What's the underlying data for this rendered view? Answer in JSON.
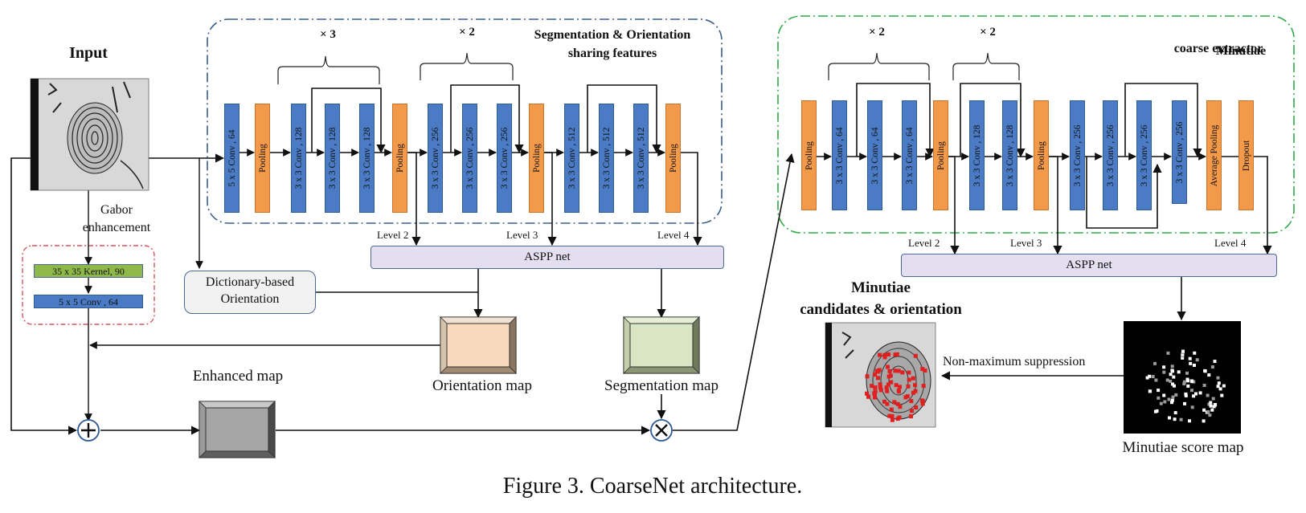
{
  "input": {
    "title": "Input",
    "gabor_label_line1": "Gabor",
    "gabor_label_line2": "enhancement"
  },
  "gabor": {
    "kernel_label": "35 x 35 Kernel, 90",
    "conv_label": "5 x 5 Conv , 64"
  },
  "dictionary": {
    "line1": "Dictionary-based",
    "line2": "Orientation"
  },
  "seg_branch": {
    "title_line1": "Segmentation & Orientation",
    "title_line2": "sharing features",
    "repeat_1": "× 3",
    "repeat_2": "× 2",
    "blocks": [
      {
        "kind": "conv",
        "label": "5 x 5 Conv , 64"
      },
      {
        "kind": "pool",
        "label": "Pooling"
      },
      {
        "kind": "conv",
        "label": "3 x 3 Conv , 128"
      },
      {
        "kind": "conv",
        "label": "3 x 3 Conv , 128"
      },
      {
        "kind": "conv",
        "label": "3 x 3 Conv , 128"
      },
      {
        "kind": "pool",
        "label": "Pooling"
      },
      {
        "kind": "conv",
        "label": "3 x 3 Conv , 256"
      },
      {
        "kind": "conv",
        "label": "3 x 3 Conv , 256"
      },
      {
        "kind": "conv",
        "label": "3 x 3 Conv , 256"
      },
      {
        "kind": "pool",
        "label": "Pooling"
      },
      {
        "kind": "conv",
        "label": "3 x 3 Conv , 512"
      },
      {
        "kind": "conv",
        "label": "3 x 3 Conv , 512"
      },
      {
        "kind": "conv",
        "label": "3 x 3 Conv , 512"
      },
      {
        "kind": "pool",
        "label": "Pooling"
      }
    ],
    "level2": "Level 2",
    "level3": "Level 3",
    "level4": "Level 4",
    "aspp": "ASPP net"
  },
  "minutiae_branch": {
    "title_line1": "Minutiae",
    "title_line2": "coarse extractor",
    "repeat_1": "× 2",
    "repeat_2": "× 2",
    "blocks": [
      {
        "kind": "pool",
        "label": "Pooling"
      },
      {
        "kind": "conv",
        "label": "3 x 3 Conv , 64"
      },
      {
        "kind": "conv",
        "label": "3 x 3 Conv , 64"
      },
      {
        "kind": "conv",
        "label": "3 x 3 Conv , 64"
      },
      {
        "kind": "pool",
        "label": "Pooling"
      },
      {
        "kind": "conv",
        "label": "3 x 3 Conv , 128"
      },
      {
        "kind": "conv",
        "label": "3 x 3 Conv , 128"
      },
      {
        "kind": "pool",
        "label": "Pooling"
      },
      {
        "kind": "conv",
        "label": "3 x 3 Conv , 256"
      },
      {
        "kind": "conv",
        "label": "3 x 3 Conv , 256"
      },
      {
        "kind": "conv",
        "label": "3 x 3 Conv , 256"
      },
      {
        "kind": "conv",
        "label": "3 x 3 Conv , 256"
      },
      {
        "kind": "pool",
        "label": "Average Pooling"
      },
      {
        "kind": "pool",
        "label": "Dropout"
      }
    ],
    "level2": "Level 2",
    "level3": "Level 3",
    "level4": "Level 4",
    "aspp": "ASPP net"
  },
  "maps": {
    "orientation": "Orientation map",
    "segmentation": "Segmentation map",
    "enhanced": "Enhanced map",
    "score": "Minutiae score map",
    "candidates_line1": "Minutiae",
    "candidates_line2": "candidates & orientation",
    "nms": "Non-maximum suppression"
  },
  "ops": {
    "add": "+",
    "multiply": "×"
  },
  "caption": "Figure 3. CoarseNet architecture.",
  "colors": {
    "conv": "#4a7bc4",
    "pool": "#f39a4a",
    "aspp": "#e4dff0",
    "gabor_kernel": "#8fb84a",
    "orientation_map": "#f8d9bb",
    "segmentation_map": "#d9e6c4",
    "enhanced_map": "#a6a6a6",
    "seg_frame": "#3a5f8a",
    "minutiae_frame": "#2faa4a",
    "gabor_frame": "#d9555f",
    "minutiae_points": "#e02020"
  }
}
